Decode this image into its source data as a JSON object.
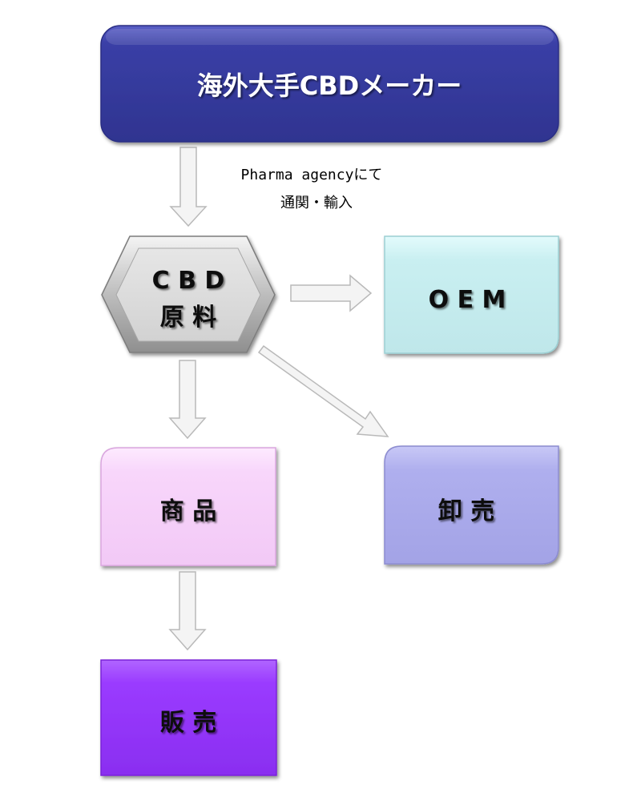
{
  "diagram": {
    "manufacturer": "海外大手CBDメーカー",
    "import_note_line1": "Pharma agencyにて",
    "import_note_line2": "通関・輸入",
    "raw_material_line1": "C B D",
    "raw_material_line2": "原 料",
    "oem": "O E M",
    "product": "商 品",
    "wholesale": "卸 売",
    "retail": "販 売"
  },
  "colors": {
    "manufacturer_fill": "#353a9e",
    "oem_fill": "#c8eef0",
    "product_fill": "#f8d6fb",
    "wholesale_fill": "#aeaeed",
    "retail_fill": "#9a3bff",
    "hexagon_fill": "#d9d9d9",
    "arrow_fill": "#f2f2f2",
    "arrow_stroke": "#bdbdbd"
  }
}
